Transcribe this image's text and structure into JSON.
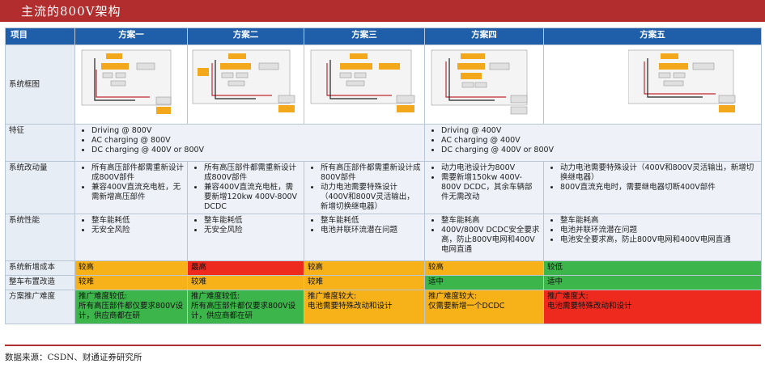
{
  "title": "主流的800V架构",
  "headers": [
    "项目",
    "方案一",
    "方案二",
    "方案三",
    "方案四",
    "方案五"
  ],
  "diagram_row_label": "系统框图",
  "feature_row_label": "特征",
  "feature_1": [
    "Driving @ 800V",
    "AC charging @ 800V",
    "DC charging @ 400V or 800V"
  ],
  "feature_2": [
    "Driving @ 400V",
    "AC charging @ 400V",
    "DC charging @ 400V or 800V"
  ],
  "change_row_label": "系统改动量",
  "changes": [
    [
      "所有高压部件都需重新设计成800V部件",
      "兼容400V直流充电桩，无需新增高压部件"
    ],
    [
      "所有高压部件都需重新设计成800V部件",
      "兼容400V直流充电桩，需要新增120kw 400V-800V DCDC"
    ],
    [
      "所有高压部件都需重新设计成800V部件",
      "动力电池需要特殊设计（400V和800V灵活输出，新增切换继电器）"
    ],
    [
      "动力电池设计为800V",
      "需要新增150kw 400V-800V DCDC，其余车辆部件无需改动"
    ],
    [
      "动力电池需要特殊设计（400V和800V灵活输出，新增切换继电器）",
      "800V直流充电时，需要继电器切断400V部件"
    ]
  ],
  "perf_row_label": "系统性能",
  "perf": [
    [
      "整车能耗低",
      "无安全风险"
    ],
    [
      "整车能耗低",
      "无安全风险"
    ],
    [
      "整车能耗低",
      "电池并联环流潜在问题"
    ],
    [
      "整车能耗高",
      "400V/800V DCDC安全要求高，防止800V电网和400V电网直通"
    ],
    [
      "整车能耗高",
      "电池并联环流潜在问题",
      "电池安全要求高，防止800V电网和400V电网直通"
    ]
  ],
  "cost_row_label": "系统新增成本",
  "cost": [
    "较高",
    "最高",
    "较高",
    "较高",
    "较低"
  ],
  "layout_row_label": "整车布置改造",
  "layout": [
    "较难",
    "较难",
    "较难",
    "适中",
    "适中"
  ],
  "promo_row_label": "方案推广难度",
  "promo": [
    [
      "推广难度较低:",
      "所有高压部件都仅要求800V设计，供应商都在研"
    ],
    [
      "推广难度较低:",
      "所有高压部件都仅要求800V设计，供应商都在研"
    ],
    [
      "推广难度较大:",
      "电池需要特殊改动和设计"
    ],
    [
      "推广难度较大:",
      "仅需要新增一个DCDC"
    ],
    [
      "推广难度大:",
      "电池需要特殊改动和设计"
    ]
  ],
  "colors": {
    "title_bg": "#b22e2e",
    "header_bg": "#1f5fa9",
    "green": "#3cb54a",
    "yellow": "#f7b21a",
    "red": "#ee2a1f"
  },
  "source": "数据来源：CSDN、财通证券研究所"
}
